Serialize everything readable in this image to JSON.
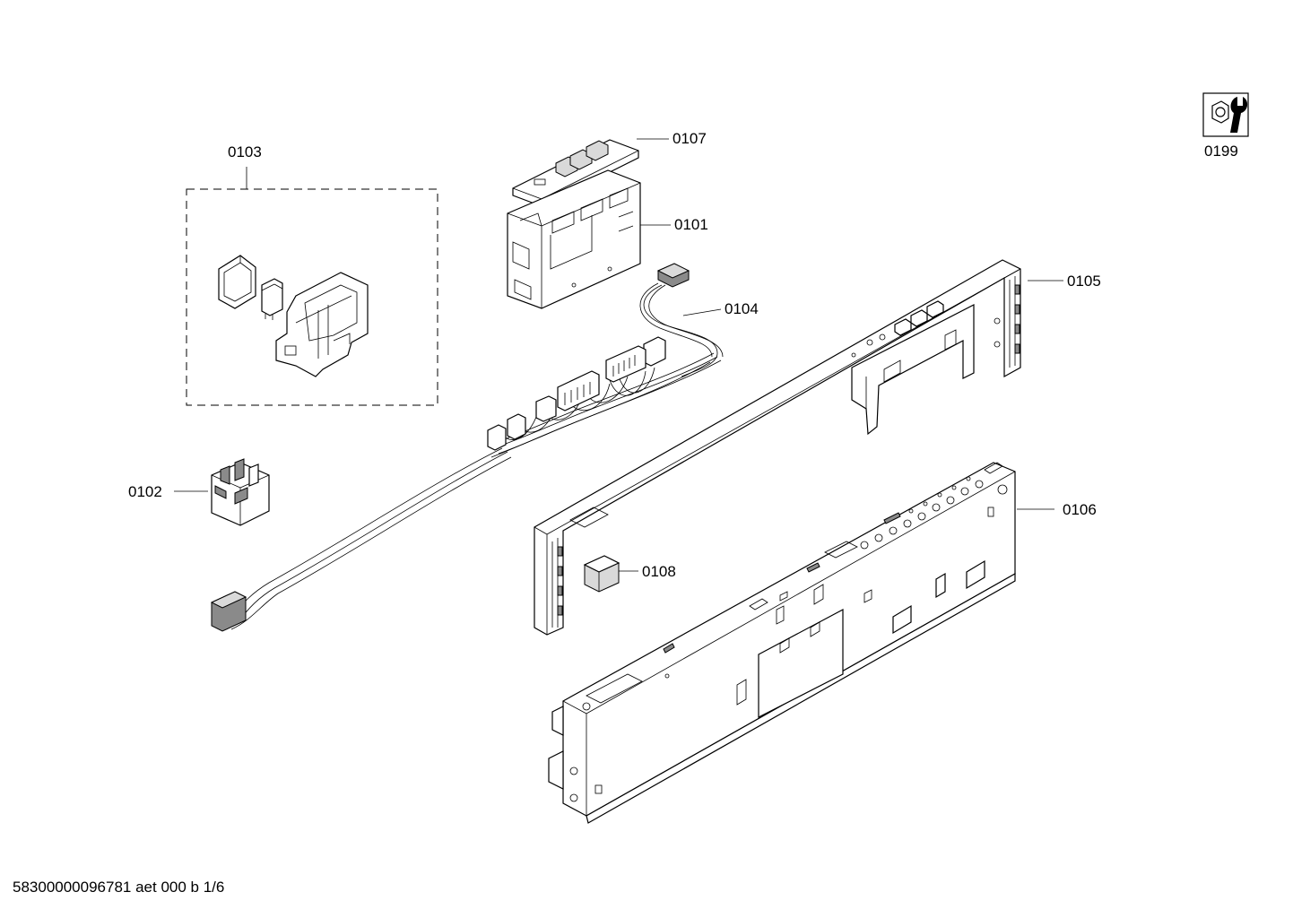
{
  "callouts": {
    "p0101": "0101",
    "p0102": "0102",
    "p0103": "0103",
    "p0104": "0104",
    "p0105": "0105",
    "p0106": "0106",
    "p0107": "0107",
    "p0108": "0108",
    "p0199": "0199"
  },
  "footer": {
    "document_id": "58300000096781 aet 000 b 1/6"
  },
  "icons": {
    "service_tool": "wrench-and-nut-icon"
  }
}
